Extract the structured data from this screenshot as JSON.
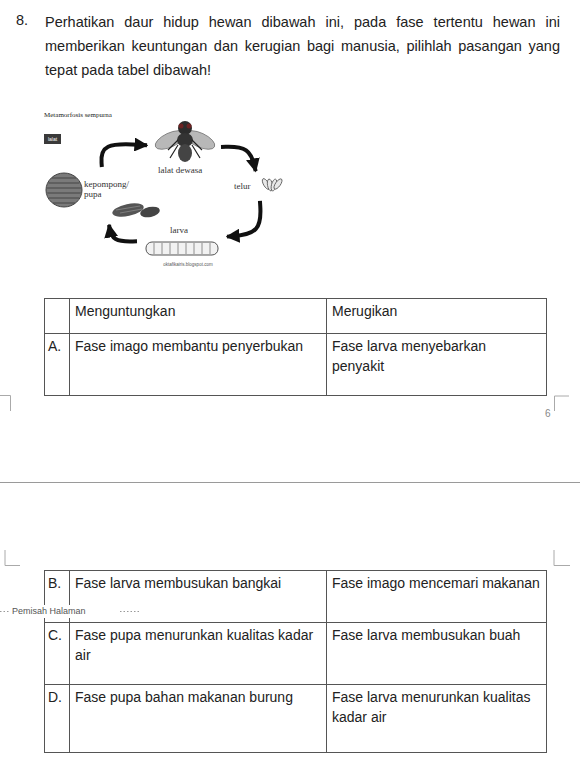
{
  "diagram": {
    "nodes": [
      {
        "text": [
          "lalat dewasa"
        ]
      },
      {
        "text": [
          "telur"
        ]
      },
      {
        "text": [
          "larva"
        ]
      },
      {
        "text": [
          "kepompong/ pupa"
        ]
      }
    ],
    "edges": [
      {
        "from": 0,
        "to": 1,
        "arrow": "to"
      },
      {
        "from": 1,
        "to": 2,
        "arrow": "to"
      },
      {
        "from": 2,
        "to": 3,
        "arrow": "to"
      },
      {
        "from": 3,
        "to": 0,
        "arrow": "to"
      }
    ],
    "labels": [
      "8.",
      "Perhatikan daur hidup hewan dibawah ini, pada fase tertentu hewan ini memberikan keuntungan dan kerugian bagi manusia, pilihlah pasangan yang tepat pada tabel dibawah!",
      "Metamorfosis sempurna",
      "lalat",
      "oktafikairis.blogspot.com",
      "Menguntungkan",
      "Merugikan",
      "A.",
      "Fase imago membantu penyerbukan",
      "Fase larva menyebarkan penyakit",
      "6",
      "B.",
      "Fase larva membusukan bangkai",
      "Fase imago mencemari makanan",
      "Pemisah Halaman",
      "C.",
      "Fase pupa menurunkan kualitas kadar air",
      "Fase larva membusukan buah",
      "D.",
      "Fase pupa bahan makanan burung",
      "Fase larva menurunkan kualitas kadar air"
    ]
  }
}
